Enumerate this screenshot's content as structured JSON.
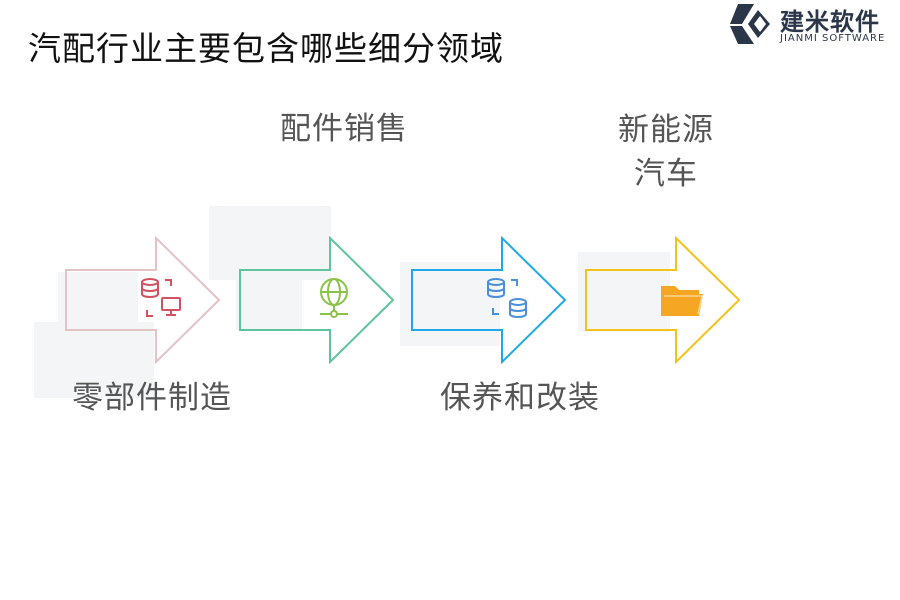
{
  "title": "汽配行业主要包含哪些细分领域",
  "logo": {
    "name_cn": "建米软件",
    "name_en": "JIANMI SOFTWARE"
  },
  "steps": [
    {
      "label": "零部件制造",
      "color": "#e3c3c4",
      "icon": "database-monitor-icon",
      "icon_color": "#d2535f"
    },
    {
      "label": "配件销售",
      "color": "#5ec49c",
      "icon": "globe-network-icon",
      "icon_color": "#8bc34a"
    },
    {
      "label": "保养和改装",
      "color": "#1da9e8",
      "icon": "database-sync-icon",
      "icon_color": "#4a90d9"
    },
    {
      "label": "新能源汽车",
      "label_lines": [
        "新能源",
        "汽车"
      ],
      "color": "#f3c21b",
      "icon": "folder-icon",
      "icon_color": "#f5a623"
    }
  ]
}
